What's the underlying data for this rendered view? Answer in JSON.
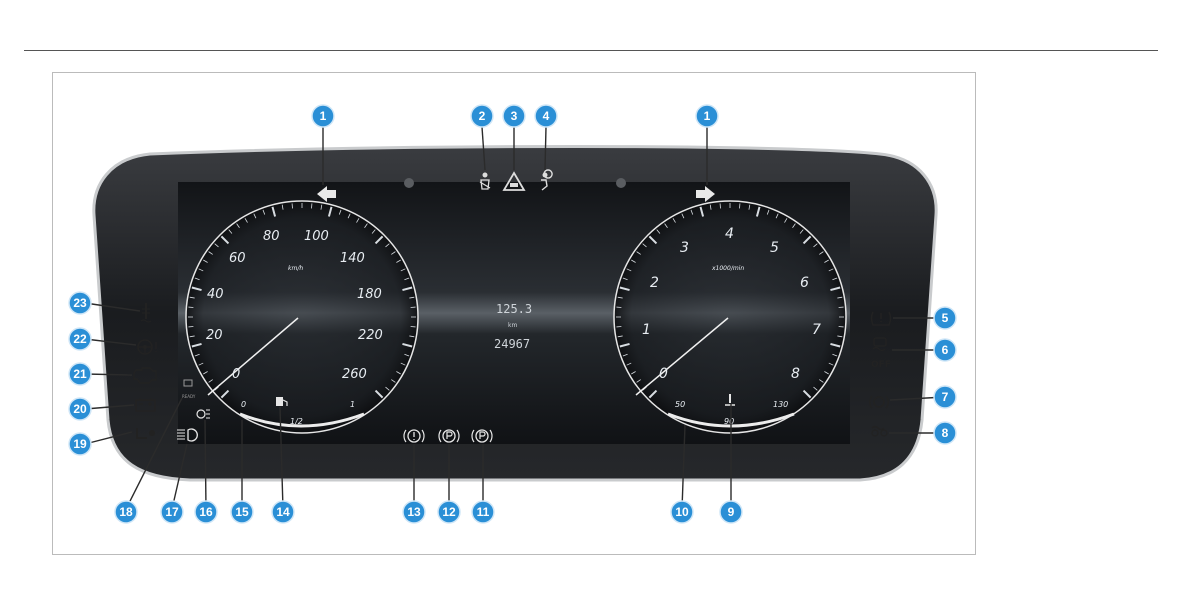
{
  "cluster": {
    "speedometer": {
      "labels": [
        "0",
        "20",
        "40",
        "60",
        "80",
        "100",
        "140",
        "180",
        "220",
        "260"
      ],
      "unit": "km/h"
    },
    "tachometer": {
      "labels": [
        "0",
        "1",
        "2",
        "3",
        "4",
        "5",
        "6",
        "7",
        "8"
      ],
      "unit": "x1000/min"
    },
    "fuel_gauge": {
      "labels": [
        "0",
        "1/2",
        "1"
      ]
    },
    "temp_gauge": {
      "labels": [
        "50",
        "90",
        "130"
      ]
    },
    "center_display": {
      "trip": "125.3",
      "unit": "km",
      "odometer": "24967"
    },
    "off_label": "OFF",
    "ready_label": "READY"
  },
  "callouts": [
    {
      "number": "1",
      "target": "left turn signal arrow"
    },
    {
      "number": "1",
      "target": "right turn signal arrow"
    },
    {
      "number": "2",
      "target": "seat belt warning"
    },
    {
      "number": "3",
      "target": "distance warning"
    },
    {
      "number": "4",
      "target": "airbag"
    },
    {
      "number": "5",
      "target": "tire pressure"
    },
    {
      "number": "6",
      "target": "ESP OFF"
    },
    {
      "number": "7",
      "target": "brake"
    },
    {
      "number": "8",
      "target": "glow plug"
    },
    {
      "number": "9",
      "target": "coolant temperature"
    },
    {
      "number": "10",
      "target": "coolant gauge"
    },
    {
      "number": "11",
      "target": "parking brake"
    },
    {
      "number": "12",
      "target": "electric parking brake"
    },
    {
      "number": "13",
      "target": "brake warning"
    },
    {
      "number": "14",
      "target": "fuel pump"
    },
    {
      "number": "15",
      "target": "fuel gauge"
    },
    {
      "number": "16",
      "target": "rear fog lamp"
    },
    {
      "number": "17",
      "target": "high beam"
    },
    {
      "number": "18",
      "target": "ready indicator"
    },
    {
      "number": "19",
      "target": "engine oil"
    },
    {
      "number": "20",
      "target": "battery"
    },
    {
      "number": "21",
      "target": "engine diagnosis"
    },
    {
      "number": "22",
      "target": "steering"
    },
    {
      "number": "23",
      "target": "coolant level"
    }
  ],
  "colors": {
    "badge": "#2a8fd6",
    "cluster_body": "#1b1d20",
    "screen": "#0f1114",
    "signal": "#e9e9e9"
  }
}
